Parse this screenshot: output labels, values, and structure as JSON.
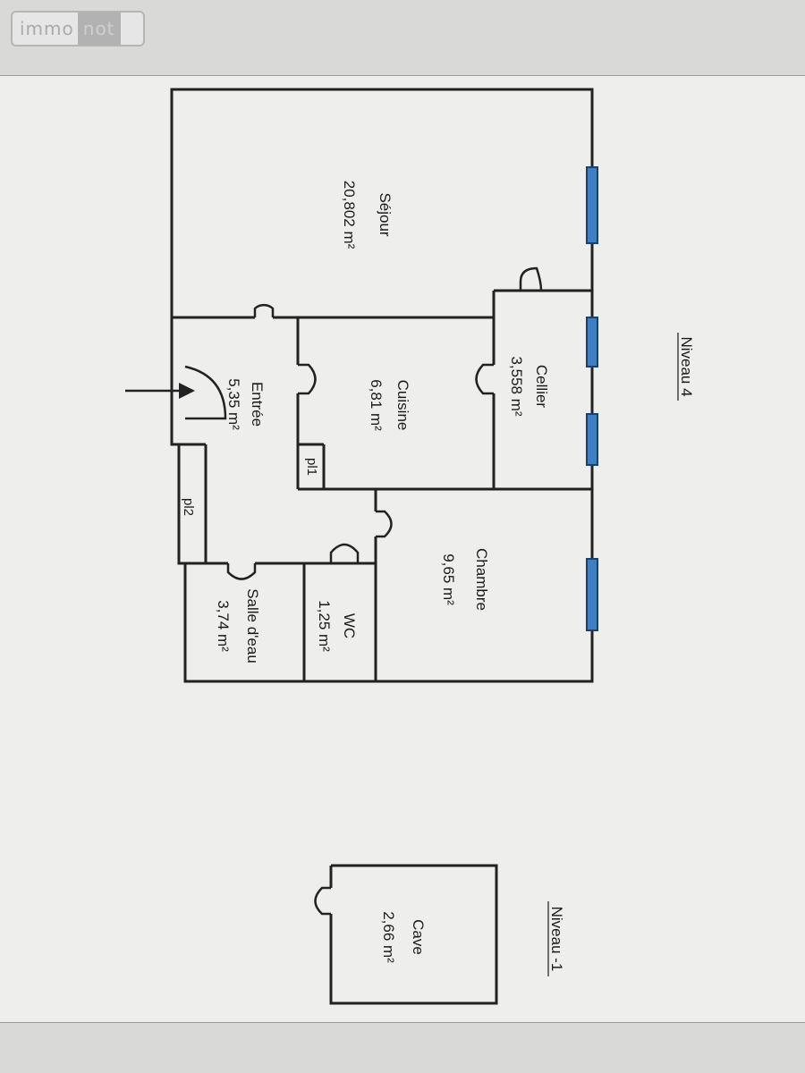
{
  "watermark": {
    "part1": "immo",
    "part2": "not"
  },
  "levels": {
    "main": "Niveau 4",
    "basement": "Niveau -1"
  },
  "rooms": {
    "sejour": {
      "name": "Séjour",
      "area": "20,802 m²"
    },
    "cellier": {
      "name": "Cellier",
      "area": "3,558 m²"
    },
    "cuisine": {
      "name": "Cuisine",
      "area": "6,81 m²"
    },
    "entree": {
      "name": "Entrée",
      "area": "5,35 m²"
    },
    "chambre": {
      "name": "Chambre",
      "area": "9,65 m²"
    },
    "wc": {
      "name": "WC",
      "area": "1,25 m²"
    },
    "salle": {
      "name": "Salle d'eau",
      "area": "3,74 m²"
    },
    "cave": {
      "name": "Cave",
      "area": "2,66 m²"
    }
  },
  "closets": {
    "pl1": "pl1",
    "pl2": "pl2"
  },
  "colors": {
    "window": "#3d7fc4",
    "wall": "#222222",
    "paper": "#eeeeec"
  }
}
